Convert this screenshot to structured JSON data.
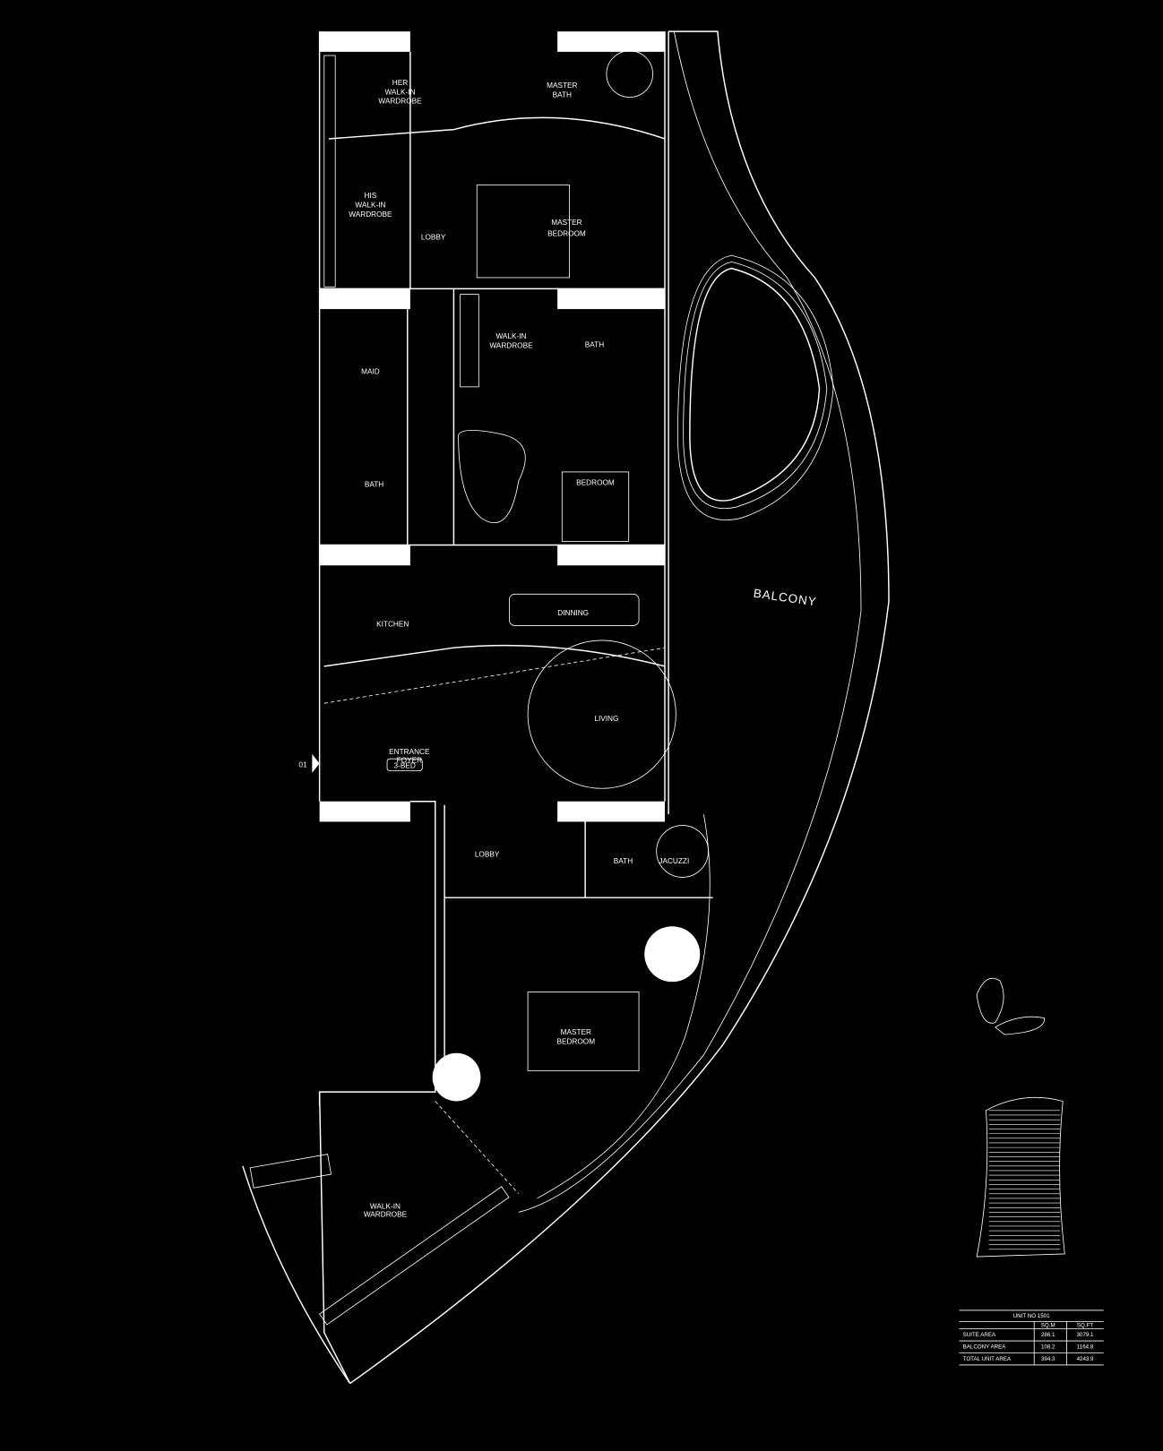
{
  "rooms": {
    "her_wardrobe": [
      "HER",
      "WALK-IN",
      "WARDROBE"
    ],
    "master_bath": [
      "MASTER",
      "BATH"
    ],
    "his_wardrobe": [
      "HIS",
      "WALK-IN",
      "WARDROBE"
    ],
    "lobby_top": "LOBBY",
    "master_bedroom_top": [
      "MASTER",
      "BEDROOM"
    ],
    "maid": "MAID",
    "walkin_wardrobe_mid": [
      "WALK-IN",
      "WARDROBE"
    ],
    "bath_mid": "BATH",
    "bath_left": "BATH",
    "bedroom": "BEDROOM",
    "kitchen": "KITCHEN",
    "dinning": "DINNING",
    "living": "LIVING",
    "entrance": [
      "ENTRANCE",
      "FOYER"
    ],
    "entrance_tag": "3-BED",
    "entry_mark": "01",
    "lobby_bottom": "LOBBY",
    "bath_bottom": "BATH",
    "jacuzzi": "JACUZZI",
    "master_bedroom_bottom": [
      "MASTER",
      "BEDROOM"
    ],
    "walkin_wardrobe_bottom": [
      "WALK-IN",
      "WARDROBE"
    ],
    "balcony": "BALCONY"
  },
  "area_table": {
    "title": "UNIT NO 1501",
    "headers": [
      "",
      "SQ.M",
      "SQ.FT"
    ],
    "rows": [
      {
        "label": "SUITE AREA",
        "sqm": "286.1",
        "sqft": "3079.1"
      },
      {
        "label": "BALCONY AREA",
        "sqm": "108.2",
        "sqft": "1164.8"
      },
      {
        "label": "TOTAL UNIT AREA",
        "sqm": "394.3",
        "sqft": "4243.9"
      }
    ]
  }
}
